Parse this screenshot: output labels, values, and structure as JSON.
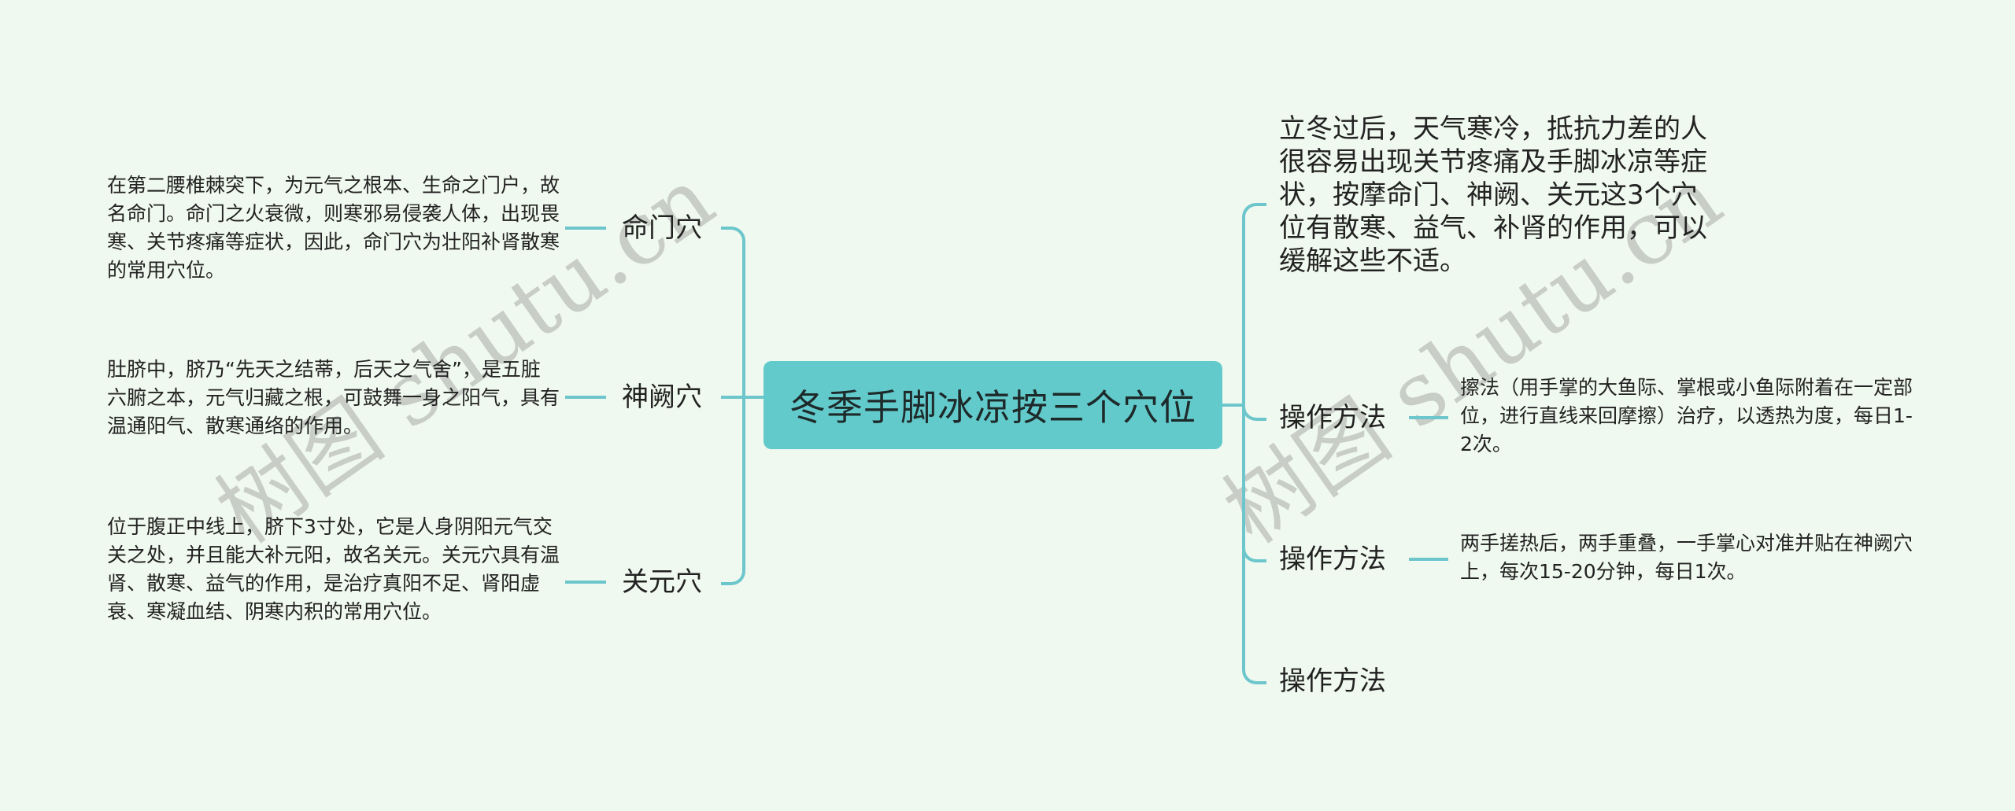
{
  "center": {
    "title": "冬季手脚冰凉按三个穴位"
  },
  "left_branches": [
    {
      "label": "命门穴",
      "detail": "在第二腰椎棘突下，为元气之根本、生命之门户，故名命门。命门之火衰微，则寒邪易侵袭人体，出现畏寒、关节疼痛等症状，因此，命门穴为壮阳补肾散寒的常用穴位。"
    },
    {
      "label": "神阙穴",
      "detail": "肚脐中，脐乃“先天之结蒂，后天之气舍”，是五脏六腑之本，元气归藏之根，可鼓舞一身之阳气，具有温通阳气、散寒通络的作用。"
    },
    {
      "label": "关元穴",
      "detail": "位于腹正中线上，脐下3寸处，它是人身阴阳元气交关之处，并且能大补元阳，故名关元。关元穴具有温肾、散寒、益气的作用，是治疗真阳不足、肾阳虚衰、寒凝血结、阴寒内积的常用穴位。"
    }
  ],
  "right_branches": [
    {
      "text": "立冬过后，天气寒冷，抵抗力差的人很容易出现关节疼痛及手脚冰凉等症状，按摩命门、神阙、关元这3个穴位有散寒、益气、补肾的作用，可以缓解这些不适。"
    },
    {
      "label": "操作方法",
      "detail": "擦法（用手掌的大鱼际、掌根或小鱼际附着在一定部位，进行直线来回摩擦）治疗，以透热为度，每日1-2次。"
    },
    {
      "label": "操作方法",
      "detail": "两手搓热后，两手重叠，一手掌心对准并贴在神阙穴上，每次15-20分钟，每日1次。"
    },
    {
      "label": "操作方法"
    }
  ],
  "watermarks": [
    "树图 shutu.cn",
    "树图 shutu.cn"
  ],
  "colors": {
    "background": "#f0f9ef",
    "line": "#6cc6cc",
    "center_node": "#63cacc"
  }
}
